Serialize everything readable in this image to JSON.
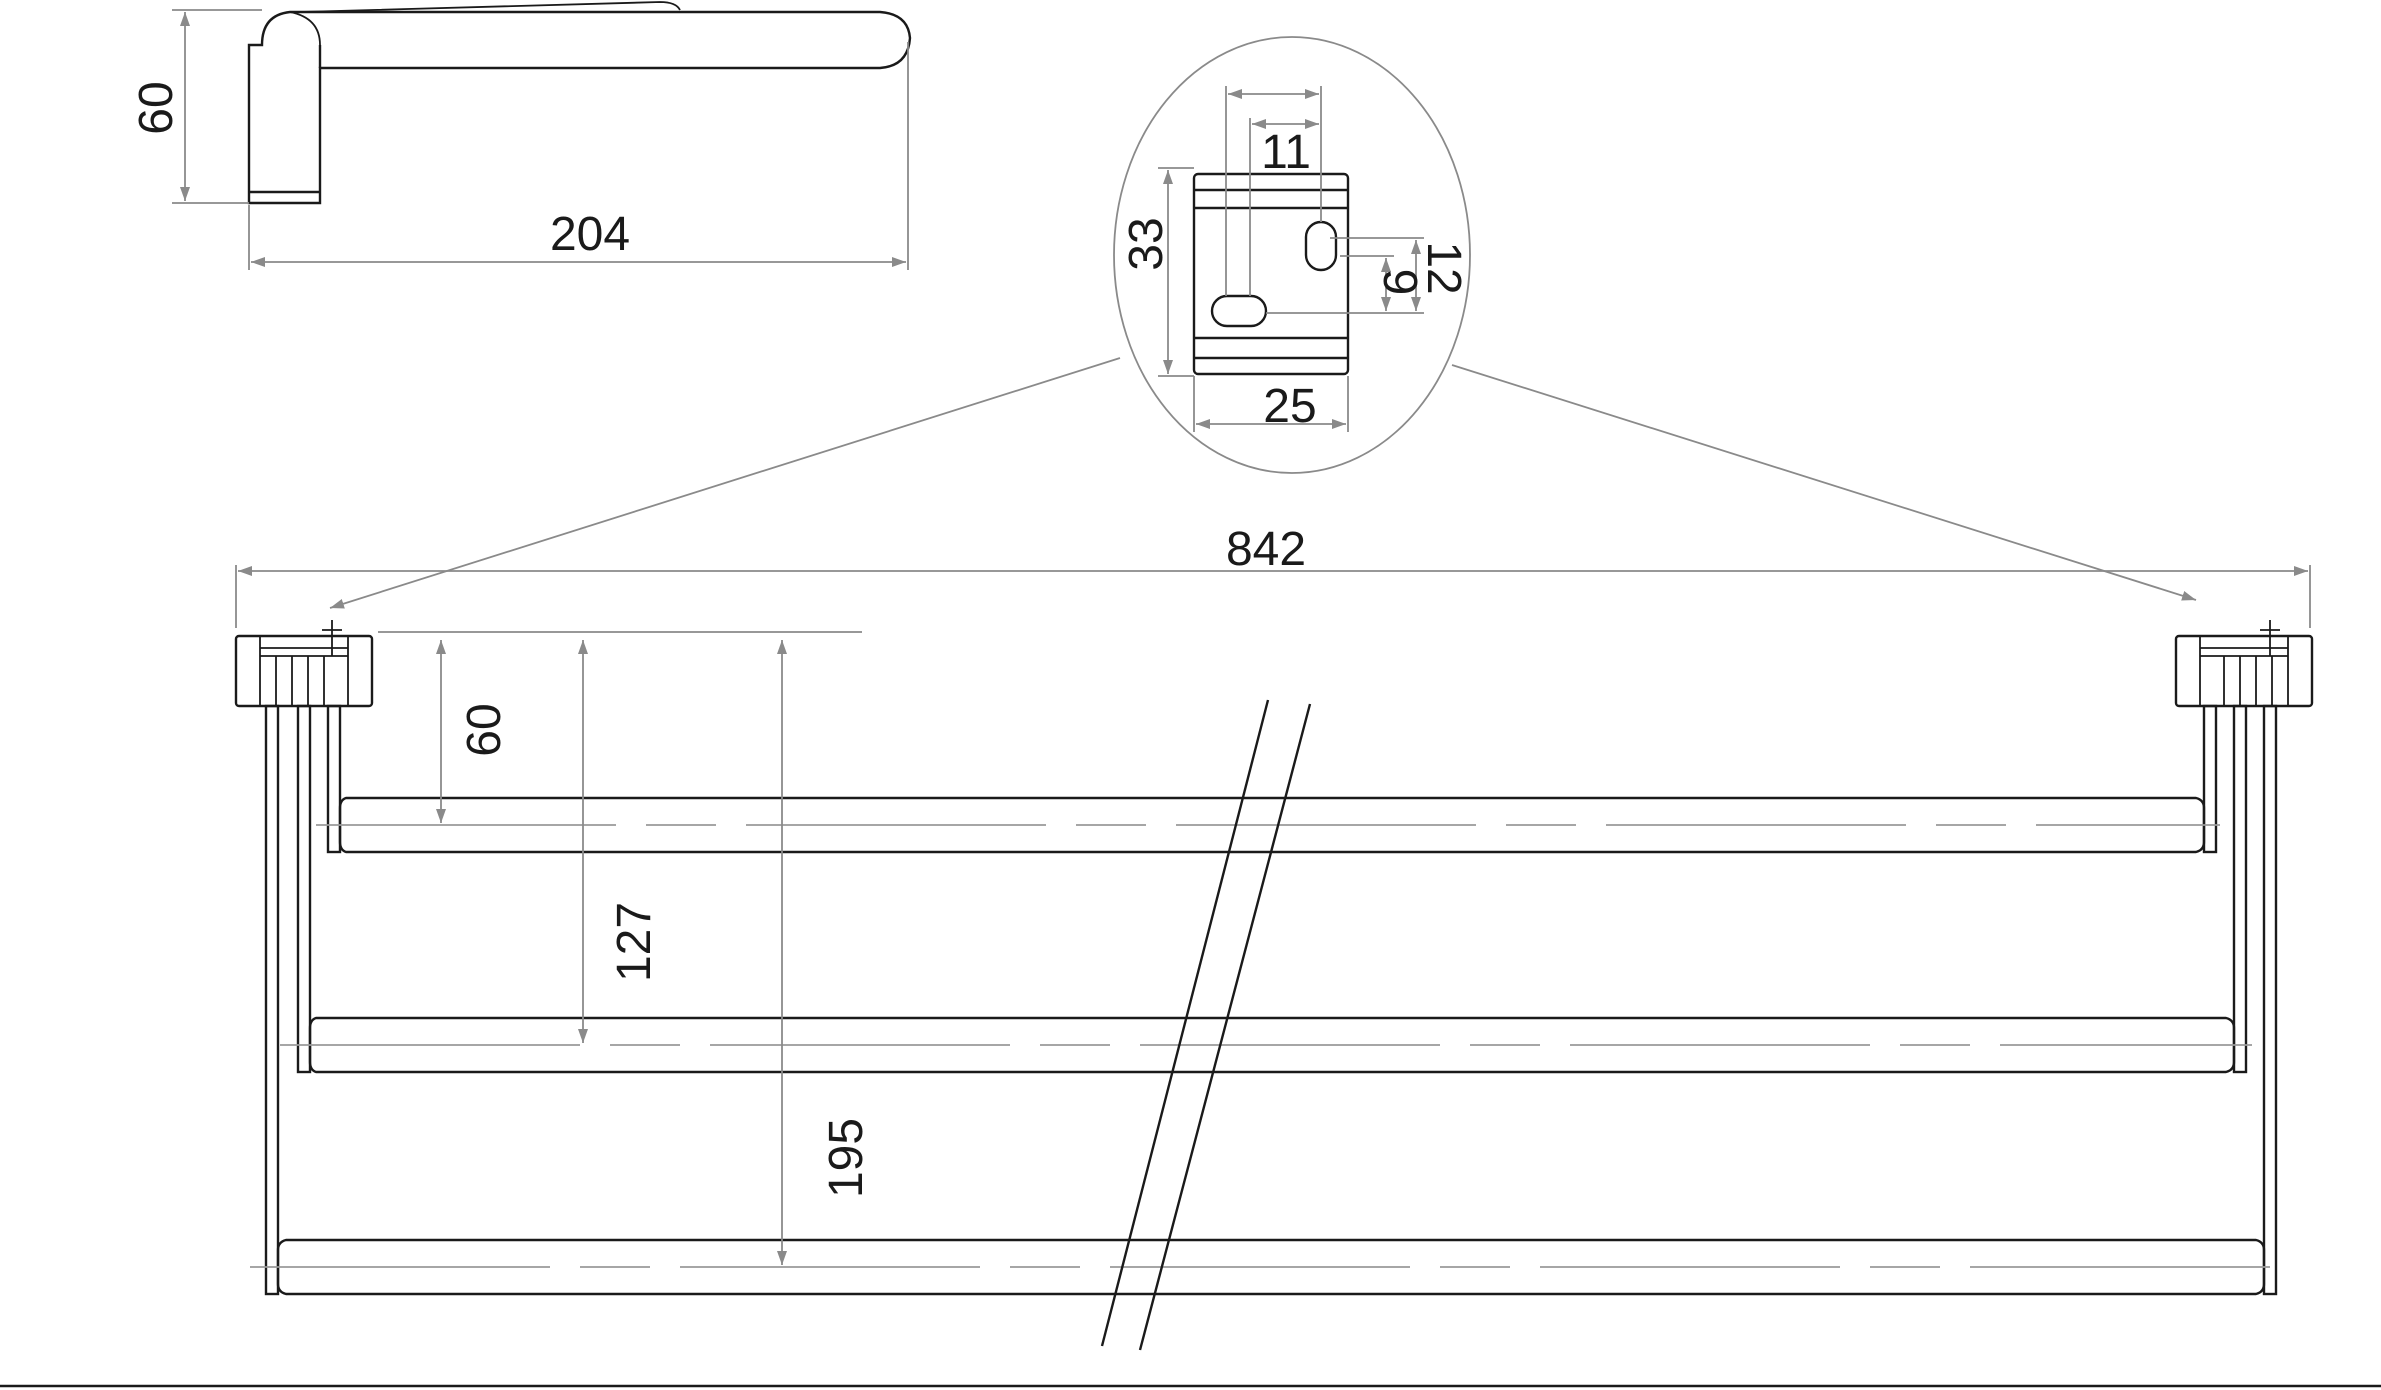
{
  "side_view": {
    "height_label": "60",
    "depth_label": "204"
  },
  "detail": {
    "dim_11": "11",
    "dim_33": "33",
    "dim_9": "9",
    "dim_12": "12",
    "dim_25": "25"
  },
  "front_view": {
    "width_label": "842",
    "bar1_label": "60",
    "bar2_label": "127",
    "bar3_label": "195"
  }
}
